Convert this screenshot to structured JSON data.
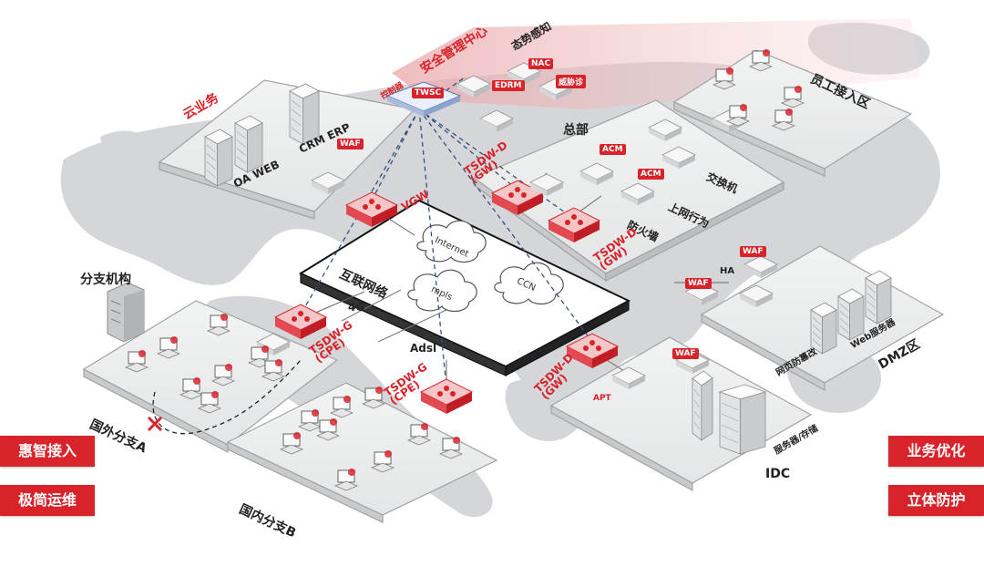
{
  "badges": {
    "smart_access": "惠智接入",
    "simple_ops": "极简运维",
    "business_opt": "业务优化",
    "defense": "立体防护"
  },
  "zones": {
    "cloud_service": "云业务",
    "security_center": "安全管理中心",
    "situation": "态势感知",
    "hq": "总部",
    "staff_access": "员工接入区",
    "branch": "分支机构",
    "overseas_branch": "国外分支A",
    "domestic_branch": "国内分支B",
    "dmz": "DMZ区",
    "idc": "IDC",
    "internet_zone": "互联网络"
  },
  "labels": {
    "oa_web": "OA WEB",
    "crm_erp": "CRM ERP",
    "waf": "WAF",
    "vgw": "VGW",
    "twsc": "TWSC",
    "controller": "控制器",
    "edrm": "EDRM",
    "nac": "NAC",
    "sandbox": "威胁诊",
    "acm": "ACM",
    "switch": "交换机",
    "web_behavior": "上网行为",
    "firewall": "防火墙",
    "tsdwd_gw1": "TSDW-D\n(GW)",
    "tsdwd_gw2": "TSDW-D\n(GW)",
    "tsdwd_gw3": "TSDW-D\n(GW)",
    "tsdwg_cpe1": "TSDW-G\n(CPE)",
    "tsdwg_cpe2": "TSDW-G\n(CPE)",
    "internet": "Internet",
    "mpls": "mpls",
    "ccn": "CCN",
    "net_4g": "4G",
    "adsl": "Adsl",
    "ha": "HA",
    "web_server": "Web服务器",
    "tamper_proof": "网页防篡改",
    "server_storage": "服务器/存储",
    "apt": "APT"
  },
  "colors": {
    "brand_red": "#d8232a",
    "map_grey": "#d2d4d7",
    "platform_fill": "#eceded",
    "platform_edge": "#9a9a9a"
  }
}
